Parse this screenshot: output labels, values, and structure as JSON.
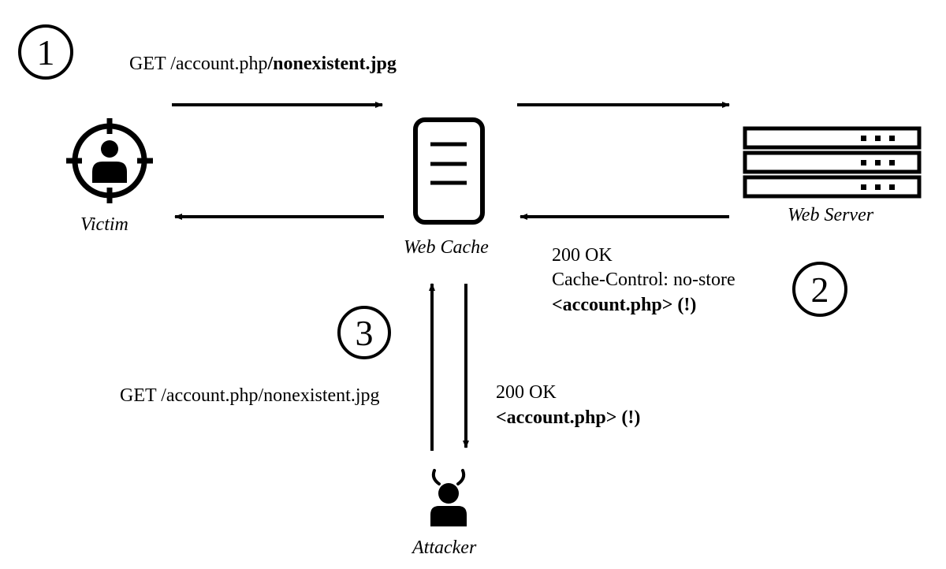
{
  "step_markers": [
    "1",
    "2",
    "3"
  ],
  "nodes": {
    "victim": "Victim",
    "web_cache": "Web Cache",
    "web_server": "Web Server",
    "attacker": "Attacker"
  },
  "step1": {
    "request_prefix": "GET /account.php",
    "request_bold": "/nonexistent.jpg"
  },
  "step2": {
    "status": "200 OK",
    "header": "Cache-Control: no-store",
    "body": "<account.php> (!)"
  },
  "step3": {
    "request": "GET /account.php/nonexistent.jpg",
    "status": "200 OK",
    "body": "<account.php> (!)"
  },
  "colors": {
    "stroke": "#000000",
    "background": "#ffffff"
  },
  "icons": [
    "target-user-icon",
    "cache-document-icon",
    "server-rack-icon",
    "horned-user-icon"
  ]
}
